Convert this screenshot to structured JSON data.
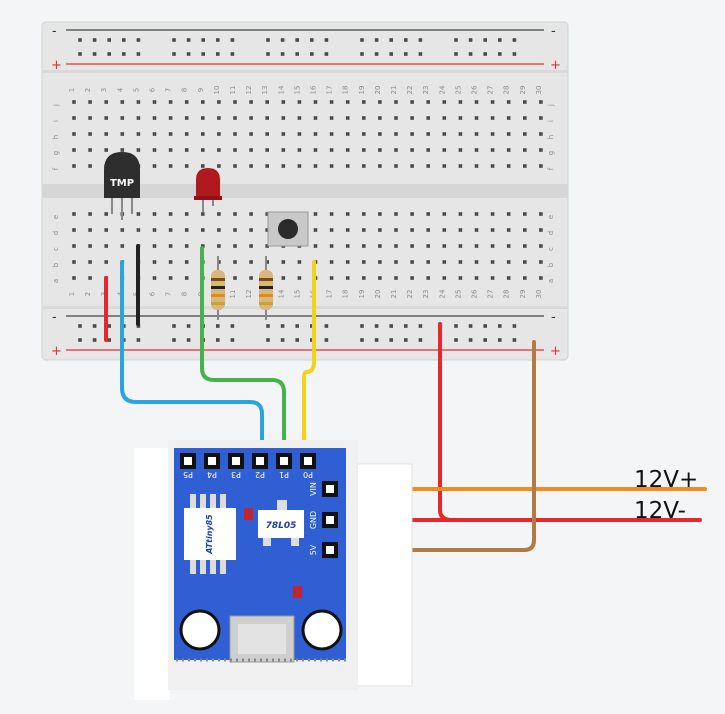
{
  "breadboard": {
    "columns": [
      "1",
      "2",
      "3",
      "4",
      "5",
      "6",
      "7",
      "8",
      "9",
      "10",
      "11",
      "12",
      "13",
      "14",
      "15",
      "16",
      "17",
      "18",
      "19",
      "20",
      "21",
      "22",
      "23",
      "24",
      "25",
      "26",
      "27",
      "28",
      "29",
      "30"
    ],
    "rows_top": [
      "j",
      "i",
      "h",
      "g",
      "f"
    ],
    "rows_bottom": [
      "e",
      "d",
      "c",
      "b",
      "a"
    ],
    "rail_minus": "-",
    "rail_plus": "+"
  },
  "components": {
    "temp_sensor_label": "TMP",
    "regulator_label": "78L05",
    "mcu_label": "ATtiny85"
  },
  "board_pins": {
    "top": [
      "P5",
      "P4",
      "P3",
      "P2",
      "P1",
      "P0"
    ],
    "side": [
      "VIN",
      "GND",
      "5V"
    ]
  },
  "power": {
    "plus_label": "12V+",
    "minus_label": "12V-"
  },
  "colors": {
    "breadboard": "#e6e6e6",
    "board_blue": "#2f5fd3",
    "wire_red": "#e8262b",
    "wire_blue": "#2aa4de",
    "wire_green": "#47b24a",
    "wire_yellow": "#f5d21a",
    "wire_black": "#222222",
    "wire_orange": "#f28c1e",
    "wire_brown": "#b47a45"
  }
}
